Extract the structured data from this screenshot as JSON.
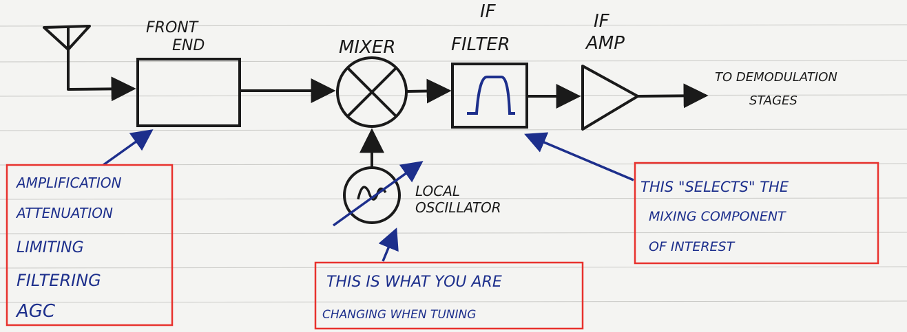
{
  "labels": {
    "front_end": [
      "FRONT",
      "END"
    ],
    "mixer": "MIXER",
    "if_filter": [
      "IF",
      "FILTER"
    ],
    "if_amp": [
      "IF",
      "AMP"
    ],
    "output": [
      "TO DEMODULATION",
      "STAGES"
    ],
    "local_oscillator": [
      "LOCAL",
      "OSCILLATOR"
    ]
  },
  "notes": {
    "front_end": [
      "AMPLIFICATION",
      "ATTENUATION",
      "LIMITING",
      "FILTERING",
      "AGC"
    ],
    "tuning": [
      "THIS IS WHAT YOU ARE",
      "CHANGING WHEN TUNING"
    ],
    "if_filter": [
      "THIS \"SELECTS\" THE",
      "MIXING COMPONENT",
      "OF INTEREST"
    ]
  },
  "colors": {
    "ink": "#1a1a1a",
    "note_ink": "#1d2f8c",
    "note_border": "#e8322e",
    "ruled_line": "#c9c9c6",
    "paper": "#f4f4f2"
  }
}
